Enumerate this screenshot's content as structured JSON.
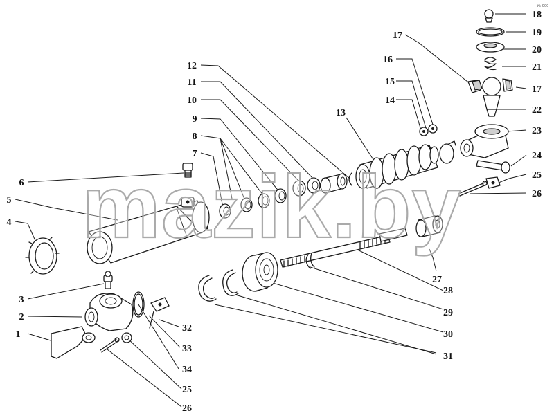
{
  "watermark": "mazik.by",
  "corner_mark": "№ 000",
  "callouts": [
    {
      "id": "c1",
      "text": "1"
    },
    {
      "id": "c2",
      "text": "2"
    },
    {
      "id": "c3",
      "text": "3"
    },
    {
      "id": "c4",
      "text": "4"
    },
    {
      "id": "c5",
      "text": "5"
    },
    {
      "id": "c6",
      "text": "6"
    },
    {
      "id": "c7",
      "text": "7"
    },
    {
      "id": "c8",
      "text": "8"
    },
    {
      "id": "c9",
      "text": "9"
    },
    {
      "id": "c10",
      "text": "10"
    },
    {
      "id": "c11",
      "text": "11"
    },
    {
      "id": "c12",
      "text": "12"
    },
    {
      "id": "c13",
      "text": "13"
    },
    {
      "id": "c14",
      "text": "14"
    },
    {
      "id": "c15",
      "text": "15"
    },
    {
      "id": "c16",
      "text": "16"
    },
    {
      "id": "c17a",
      "text": "17"
    },
    {
      "id": "c17b",
      "text": "17"
    },
    {
      "id": "c18",
      "text": "18"
    },
    {
      "id": "c19",
      "text": "19"
    },
    {
      "id": "c20",
      "text": "20"
    },
    {
      "id": "c21",
      "text": "21"
    },
    {
      "id": "c22",
      "text": "22"
    },
    {
      "id": "c23",
      "text": "23"
    },
    {
      "id": "c24",
      "text": "24"
    },
    {
      "id": "c25a",
      "text": "25"
    },
    {
      "id": "c26a",
      "text": "26"
    },
    {
      "id": "c27",
      "text": "27"
    },
    {
      "id": "c28",
      "text": "28"
    },
    {
      "id": "c29",
      "text": "29"
    },
    {
      "id": "c30",
      "text": "30"
    },
    {
      "id": "c31",
      "text": "31"
    },
    {
      "id": "c32",
      "text": "32"
    },
    {
      "id": "c33",
      "text": "33"
    },
    {
      "id": "c34",
      "text": "34"
    },
    {
      "id": "c25b",
      "text": "25"
    },
    {
      "id": "c26b",
      "text": "26"
    }
  ]
}
